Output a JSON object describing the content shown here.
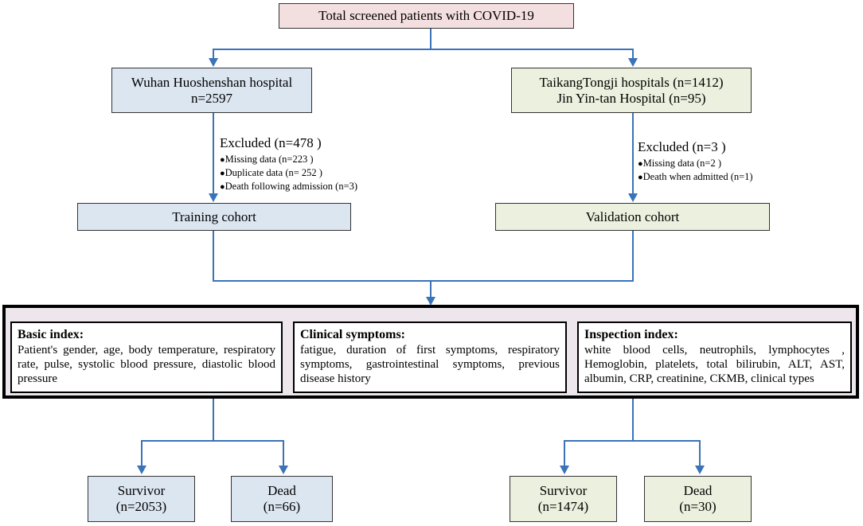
{
  "top": {
    "label": "Total screened patients with COVID-19"
  },
  "left_hospital": {
    "line1": "Wuhan Huoshenshan hospital",
    "line2": "n=2597"
  },
  "right_hospital": {
    "line1": "TaikangTongji hospitals (n=1412)",
    "line2": "Jin Yin-tan Hospital (n=95)"
  },
  "left_excluded": {
    "head": "Excluded (n=478 )",
    "items": [
      "Missing data (n=223 )",
      "Duplicate data (n= 252 )",
      "Death following admission (n=3)"
    ]
  },
  "right_excluded": {
    "head": "Excluded (n=3 )",
    "items": [
      "Missing data (n=2 )",
      "Death when admitted (n=1)"
    ]
  },
  "training": {
    "label": "Training cohort"
  },
  "validation": {
    "label": "Validation cohort"
  },
  "indices": [
    {
      "title": "Basic index:",
      "text": "Patient's gender, age, body temperature, respiratory rate, pulse, systolic blood pressure, diastolic blood pressure"
    },
    {
      "title": "Clinical symptoms:",
      "text": "fatigue, duration of first symptoms, respiratory symptoms, gastrointestinal symptoms, previous disease history"
    },
    {
      "title": "Inspection index:",
      "text": "white blood cells, neutrophils, lymphocytes , Hemoglobin, platelets, total bilirubin, ALT, AST, albumin, CRP, creatinine, CKMB, clinical types"
    }
  ],
  "outcomes": {
    "left_survivor": {
      "label": "Survivor",
      "n": "(n=2053)"
    },
    "left_dead": {
      "label": "Dead",
      "n": "(n=66)"
    },
    "right_survivor": {
      "label": "Survivor",
      "n": "(n=1474)"
    },
    "right_dead": {
      "label": "Dead",
      "n": "(n=30)"
    }
  },
  "colors": {
    "line": "#3a73b8",
    "top_box": "#f4dfe0",
    "left_boxes": "#dce6f1",
    "right_boxes": "#ebf1de"
  }
}
